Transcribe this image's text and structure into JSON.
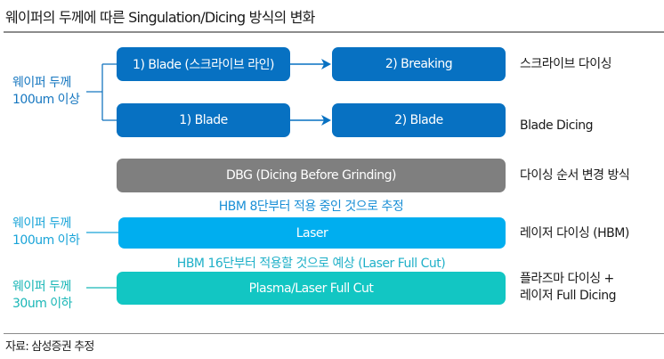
{
  "title": "웨이퍼의 두께에 따른 Singulation/Dicing 방식의 변화",
  "groups": {
    "thick": {
      "line1": "웨이퍼 두께",
      "line2": "100um 이상"
    },
    "mid": {
      "line1": "웨이퍼 두께",
      "line2": "100um 이하"
    },
    "thin": {
      "line1": "웨이퍼 두께",
      "line2": "30um 이하"
    }
  },
  "flows": {
    "scribe": {
      "step1": "1) Blade (스크라이브 라인)",
      "step2": "2) Breaking",
      "result": "스크라이브 다이싱"
    },
    "blade": {
      "step1": "1) Blade",
      "step2": "2) Blade",
      "result": "Blade Dicing"
    }
  },
  "bars": {
    "dbg": {
      "label": "DBG (Dicing Before Grinding)",
      "result": "다이싱 순서 변경 방식",
      "note": "HBM 8단부터 적용 중인 것으로 추정"
    },
    "laser": {
      "label": "Laser",
      "result": "레이저 다이싱 (HBM)",
      "note": "HBM 16단부터 적용할 것으로 예상 (Laser Full Cut)"
    },
    "plasma": {
      "label": "Plasma/Laser Full Cut",
      "result_line1": "플라즈마 다이싱 +",
      "result_line2": "레이저 Full Dicing"
    }
  },
  "colors": {
    "blade_blue": "#0771c2",
    "dbg_gray": "#7f7f7f",
    "laser_sky": "#00aeef",
    "plasma_teal": "#12c6c3",
    "note_blue": "#1a8fd6",
    "note_teal": "#1fb0c8"
  },
  "source": "자료: 삼성증권 추정"
}
